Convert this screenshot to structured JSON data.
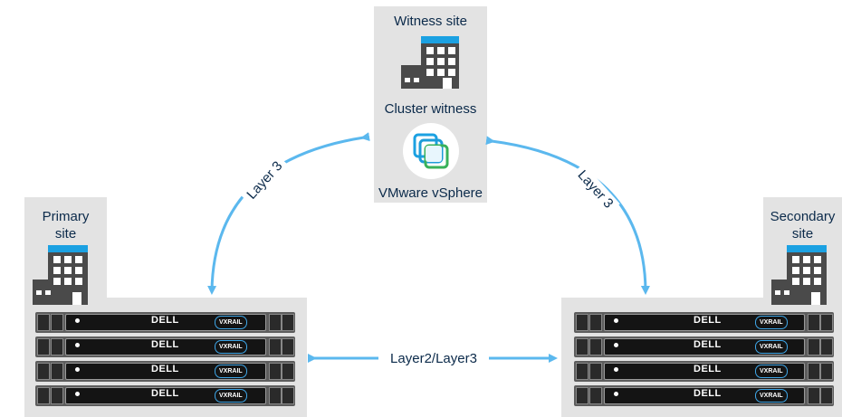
{
  "witness": {
    "title": "Witness site",
    "cluster_label": "Cluster witness",
    "vsphere_label": "VMware vSphere",
    "icons": [
      "building-icon",
      "vsphere-logo-icon"
    ]
  },
  "primary": {
    "title_line1": "Primary",
    "title_line2": "site"
  },
  "secondary": {
    "title_line1": "Secondary",
    "title_line2": "site"
  },
  "links": {
    "left": "Layer 3",
    "right": "Layer 3",
    "bottom": "Layer2/Layer3"
  },
  "server": {
    "brand": "DELL",
    "badge": "VXRAIL",
    "count_per_site": 4
  },
  "colors": {
    "panel": "#e3e3e3",
    "arrow": "#5bb8ee",
    "building_dark": "#4a4a4a",
    "building_accent": "#1ba1e2",
    "text": "#0b2a4a"
  }
}
